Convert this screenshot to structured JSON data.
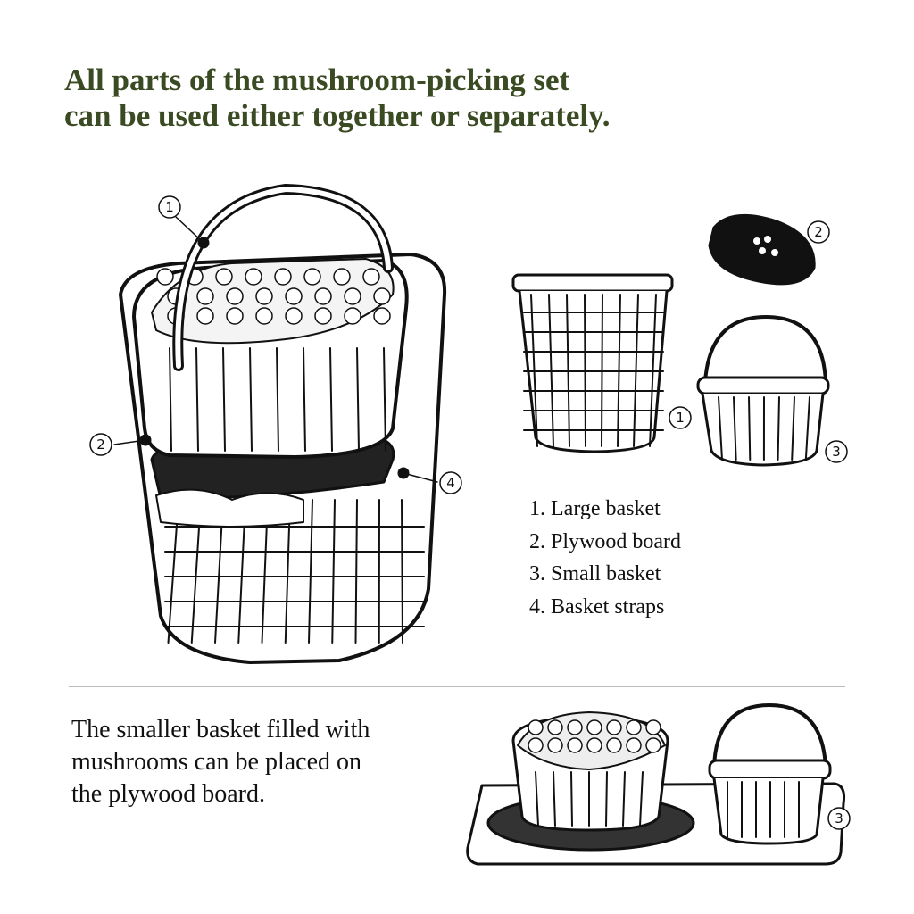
{
  "title": {
    "line1": "All parts of the mushroom-picking set",
    "line2": "can be used either together or separately."
  },
  "callouts": {
    "assembled": [
      "1",
      "2",
      "4"
    ],
    "large_basket": "1",
    "plywood_board": "2",
    "small_basket": "3",
    "bottom_small_basket": "3"
  },
  "legend": [
    "1. Large basket",
    "2. Plywood board",
    "3. Small basket",
    "4. Basket straps"
  ],
  "caption": {
    "line1": "The smaller basket filled with",
    "line2": "mushrooms can be placed on",
    "line3": "the plywood board."
  },
  "colors": {
    "title": "#3a4a22",
    "ink": "#111111",
    "divider": "#bbbbbb"
  }
}
